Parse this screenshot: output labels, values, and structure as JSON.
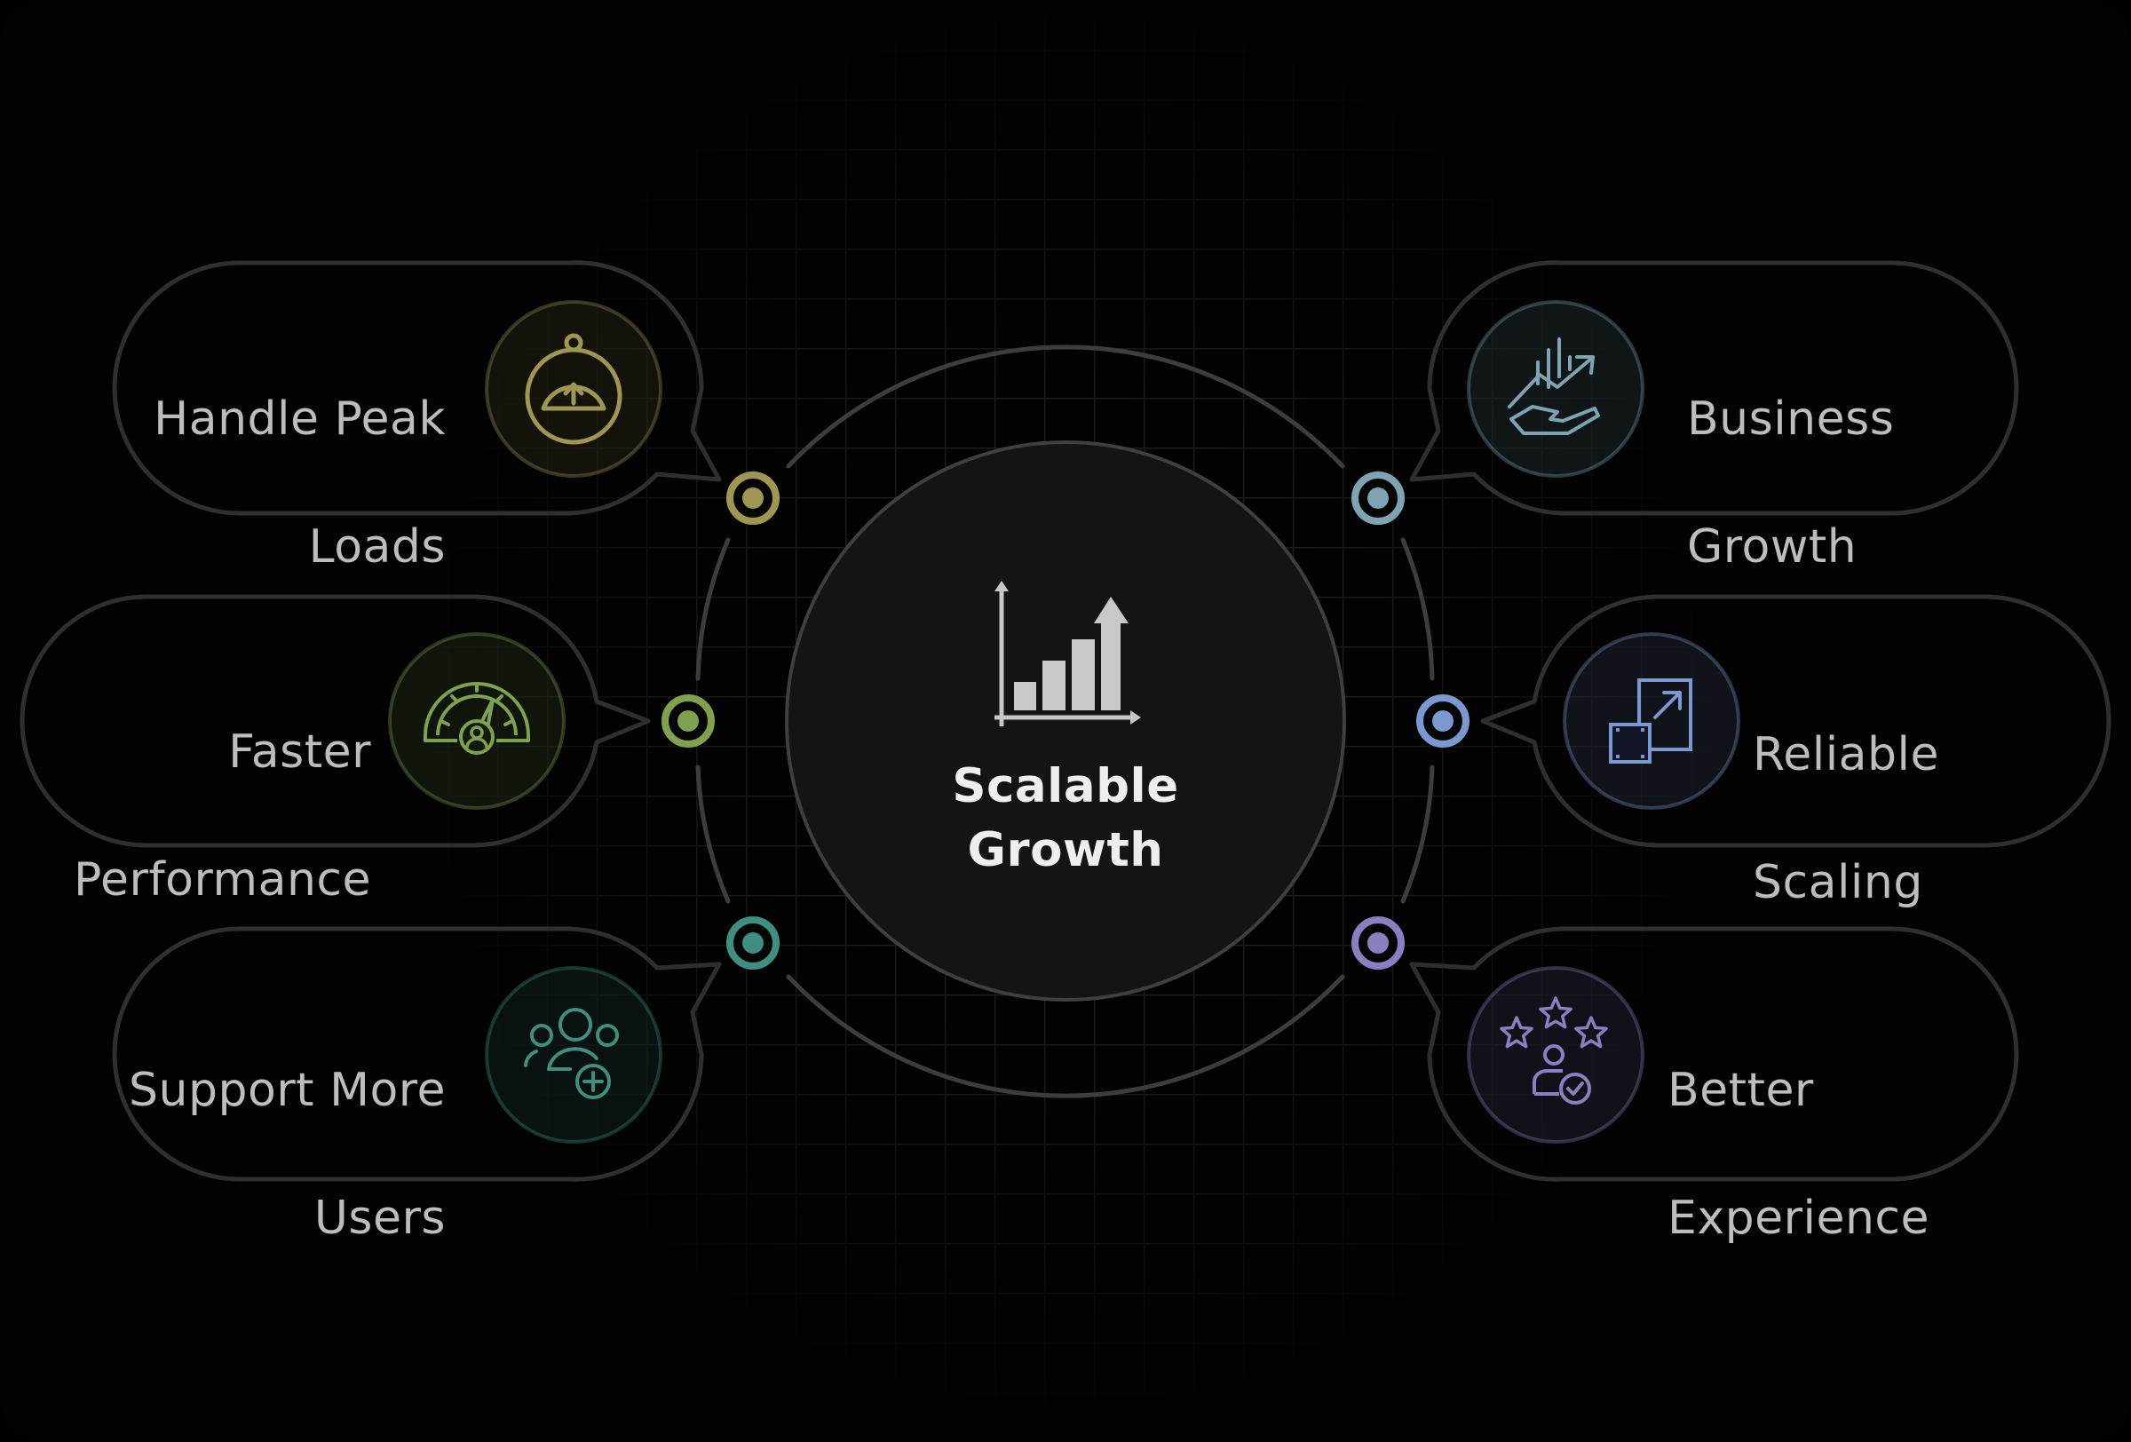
{
  "center": {
    "title": "Scalable Growth",
    "title_line1": "Scalable",
    "title_line2": "Growth",
    "icon": "bar-chart-growth-icon"
  },
  "nodes": [
    {
      "id": "handle-peak-loads",
      "line1": "Handle Peak",
      "line2": "Loads",
      "icon": "stopwatch-icon",
      "color": "#a09654"
    },
    {
      "id": "faster-performance",
      "line1": "Faster",
      "line2": "Performance",
      "icon": "speedometer-user-icon",
      "color": "#7fa150"
    },
    {
      "id": "support-more-users",
      "line1": "Support More",
      "line2": "Users",
      "icon": "user-group-add-icon",
      "color": "#3f8e80"
    },
    {
      "id": "business-growth",
      "line1": "Business",
      "line2": "Growth",
      "icon": "hand-growth-chart-icon",
      "color": "#7ea3b3"
    },
    {
      "id": "reliable-scaling",
      "line1": "Reliable",
      "line2": "Scaling",
      "icon": "scale-expand-icon",
      "color": "#7b98d0"
    },
    {
      "id": "better-experience",
      "line1": "Better",
      "line2": "Experience",
      "icon": "stars-user-check-icon",
      "color": "#8a7fc0"
    }
  ]
}
